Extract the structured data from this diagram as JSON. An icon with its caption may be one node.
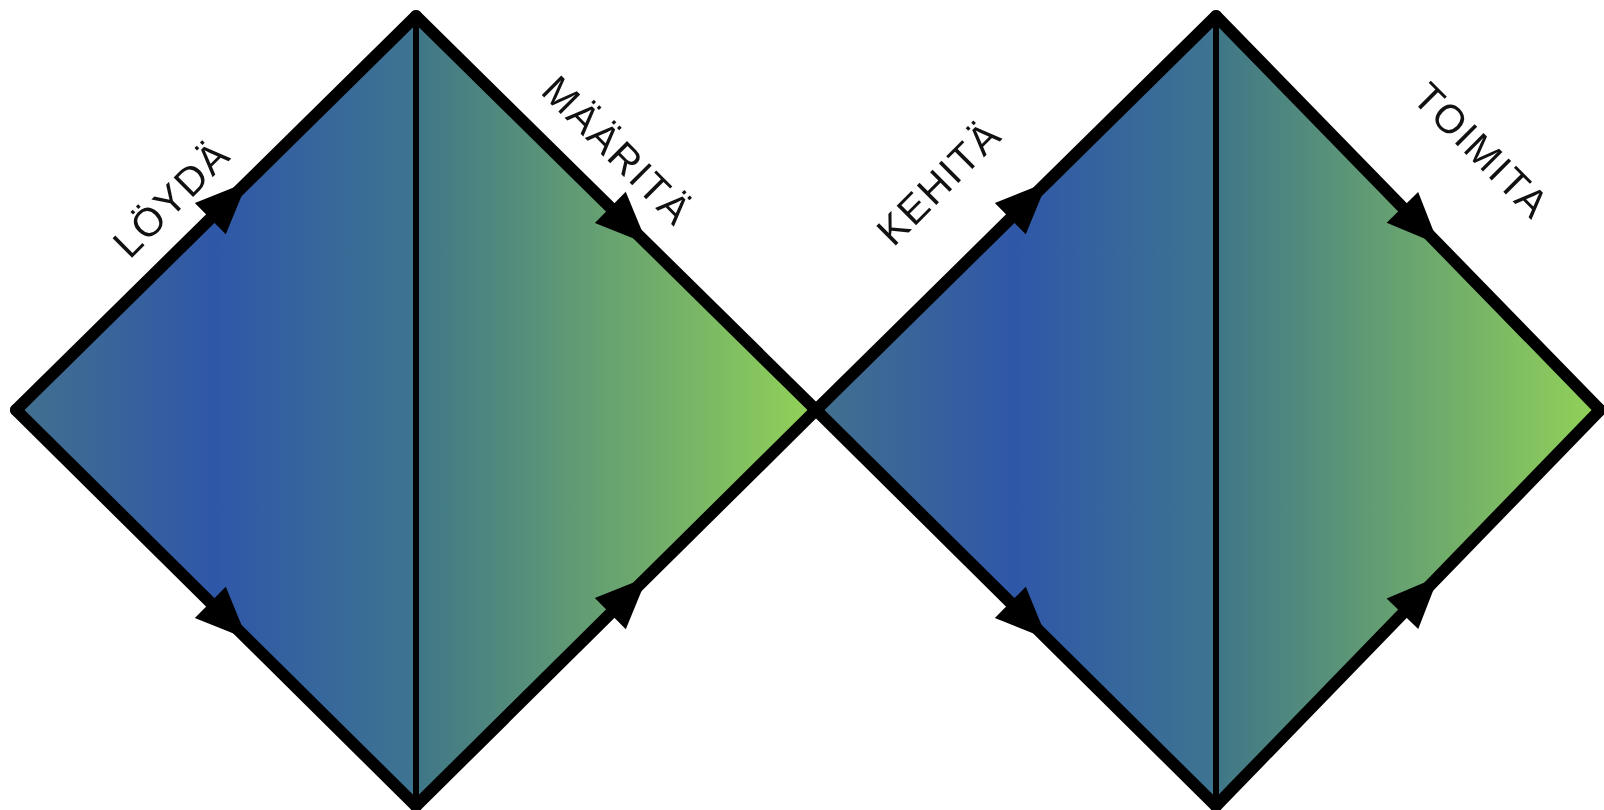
{
  "diagram": {
    "nodes": [
      {
        "text": [
          "LÖYDÄ"
        ]
      },
      {
        "text": [
          "MÄÄRITÄ"
        ]
      },
      {
        "text": [
          "KEHITÄ"
        ]
      },
      {
        "text": [
          "TOIMITA"
        ]
      }
    ]
  }
}
